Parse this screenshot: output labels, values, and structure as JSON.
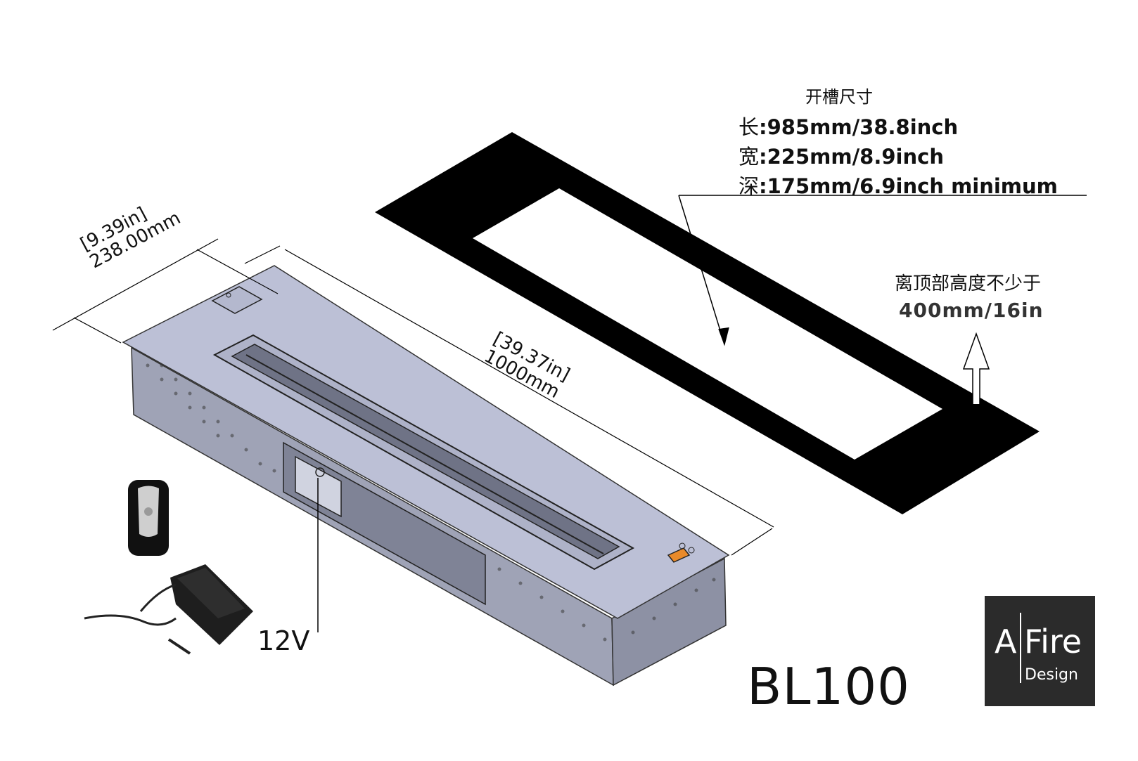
{
  "cutout": {
    "title": "开槽尺寸",
    "specs": [
      {
        "label": "长",
        "value": ":985mm/38.8inch"
      },
      {
        "label": "宽",
        "value": ":225mm/8.9inch"
      },
      {
        "label": "深",
        "value": ":175mm/6.9inch minimum"
      }
    ]
  },
  "clearance": {
    "label": "离顶部高度不少于",
    "value": "400mm/16in"
  },
  "dimensions": {
    "width_in": "[9.39in]",
    "width_mm": "238.00mm",
    "length_in": "[39.37in]",
    "length_mm": "1000mm"
  },
  "power": {
    "voltage": "12V"
  },
  "model": "BL100",
  "logo": {
    "a": "A",
    "fire": "Fire",
    "design": "Design"
  },
  "colors": {
    "burner_top": "#bcc0d6",
    "burner_side": "#9fa3b6",
    "cutout_frame": "#000000",
    "control_button": "#e98a2a",
    "logo_bg": "#2b2b2b"
  }
}
